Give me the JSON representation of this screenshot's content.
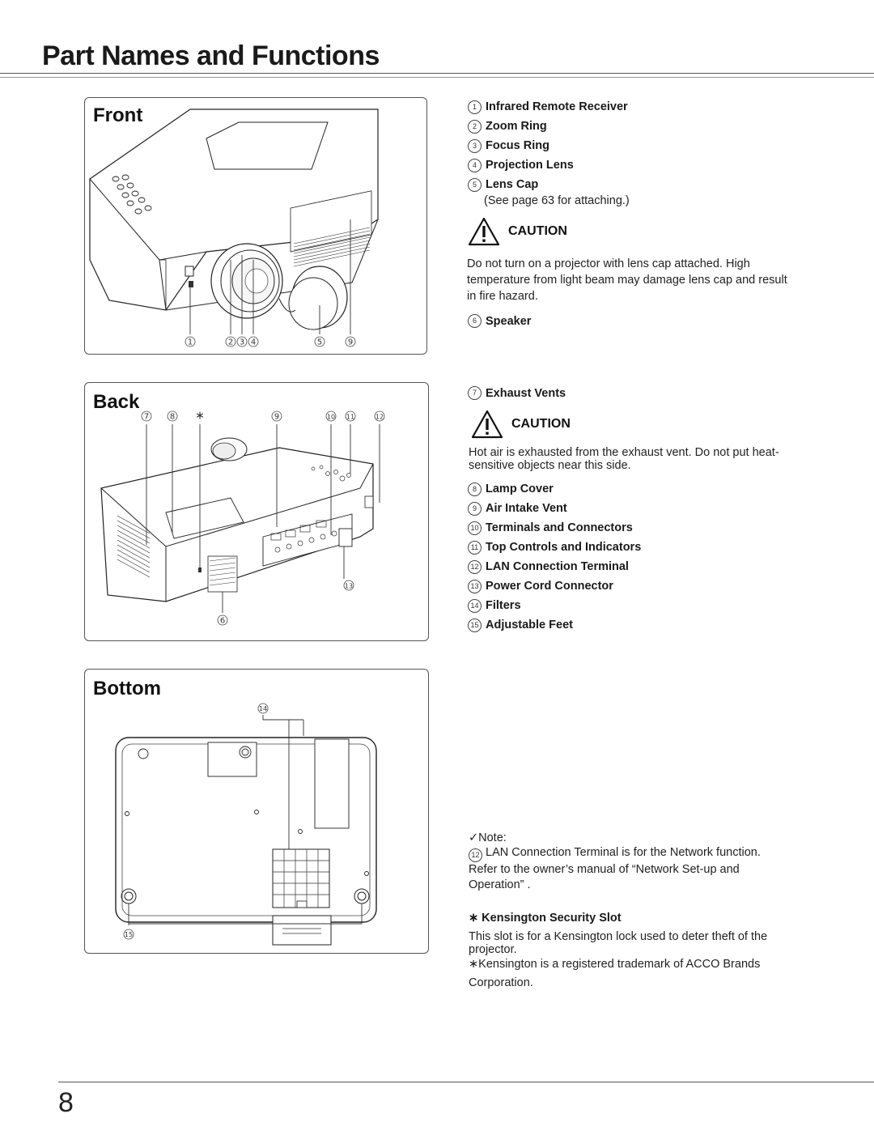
{
  "page": {
    "title": "Part Names and Functions",
    "number": "8"
  },
  "panels": {
    "front": {
      "title": "Front",
      "callouts": [
        "1",
        "2",
        "3",
        "4",
        "5",
        "9"
      ]
    },
    "back": {
      "title": "Back",
      "callouts_top": [
        "7",
        "8",
        "∗",
        "9",
        "10",
        "11",
        "12"
      ],
      "callout_13": "13",
      "callout_6": "6"
    },
    "bottom": {
      "title": "Bottom",
      "callout_14": "14",
      "callout_15": "15"
    }
  },
  "parts_group1": [
    {
      "num": "1",
      "label": "Infrared Remote Receiver"
    },
    {
      "num": "2",
      "label": "Zoom Ring"
    },
    {
      "num": "3",
      "label": "Focus Ring"
    },
    {
      "num": "4",
      "label": "Projection Lens"
    },
    {
      "num": "5",
      "label": "Lens Cap"
    }
  ],
  "lens_cap_note": "(See page 63 for attaching.)",
  "caution1": {
    "heading": "CAUTION",
    "text": "Do not turn on a projector with lens cap attached. High temperature from light beam may damage lens cap and result in fire hazard."
  },
  "speaker": {
    "num": "6",
    "label": "Speaker"
  },
  "exhaust": {
    "num": "7",
    "label": "Exhaust Vents"
  },
  "caution2": {
    "heading": "CAUTION",
    "text": "Hot air is exhausted from the exhaust vent. Do not put heat-sensitive objects near this side."
  },
  "parts_group2": [
    {
      "num": "8",
      "label": "Lamp Cover"
    },
    {
      "num": "9",
      "label": "Air Intake Vent"
    },
    {
      "num": "10",
      "label": "Terminals and Connectors"
    },
    {
      "num": "11",
      "label": "Top Controls and Indicators"
    },
    {
      "num": "12",
      "label": "LAN Connection Terminal"
    },
    {
      "num": "13",
      "label": "Power Cord Connector"
    },
    {
      "num": "14",
      "label": "Filters"
    },
    {
      "num": "15",
      "label": "Adjustable Feet"
    }
  ],
  "note": {
    "heading": "✓Note:",
    "num": "12",
    "text": "LAN Connection Terminal is for the Network function. Refer to the owner’s manual of “Network Set-up and Operation” ."
  },
  "kensington": {
    "heading": "∗ Kensington Security Slot",
    "text": "This slot is for a Kensington lock used to deter theft of the projector.",
    "trademark": "∗Kensington is a registered trademark of ACCO Brands Corporation."
  }
}
